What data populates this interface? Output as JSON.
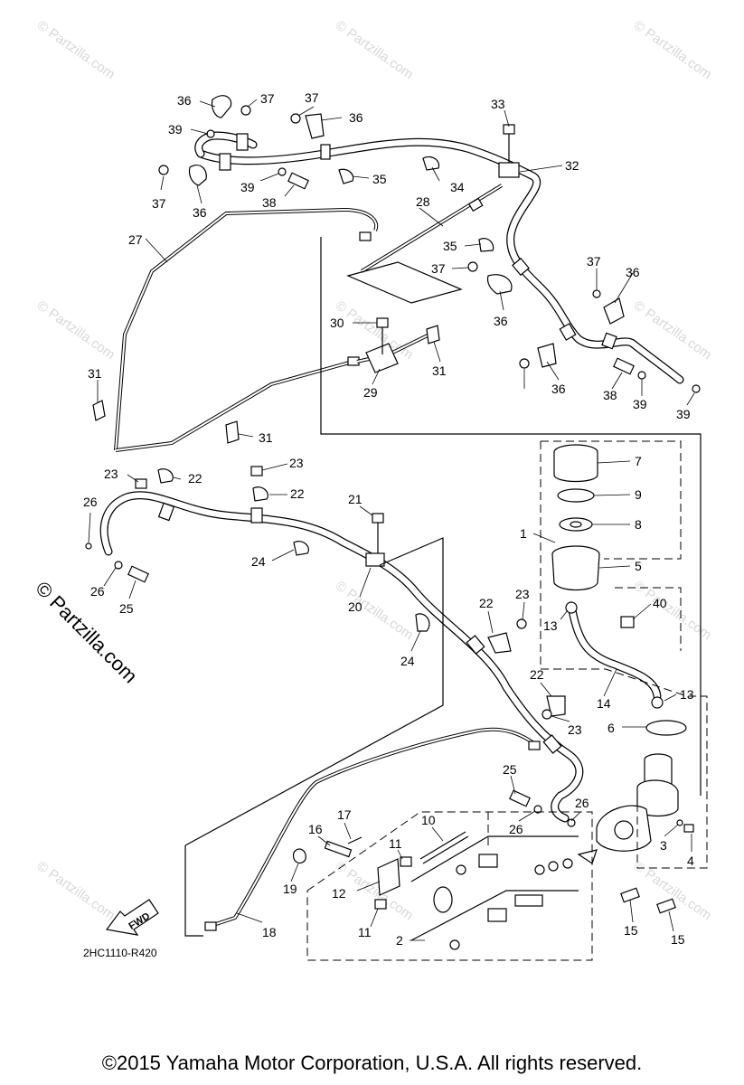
{
  "diagram": {
    "callouts": {
      "c1": "1",
      "c2": "2",
      "c3": "3",
      "c4": "4",
      "c5": "5",
      "c6": "6",
      "c7": "7",
      "c8": "8",
      "c9": "9",
      "c10": "10",
      "c11a": "11",
      "c11b": "11",
      "c12": "12",
      "c13a": "13",
      "c13b": "13",
      "c14": "14",
      "c15a": "15",
      "c15b": "15",
      "c16": "16",
      "c17": "17",
      "c18": "18",
      "c19": "19",
      "c20": "20",
      "c21": "21",
      "c22a": "22",
      "c22b": "22",
      "c22c": "22",
      "c22d": "22",
      "c23a": "23",
      "c23b": "23",
      "c23c": "23",
      "c23d": "23",
      "c24a": "24",
      "c24b": "24",
      "c25a": "25",
      "c25b": "25",
      "c26a": "26",
      "c26b": "26",
      "c26c": "26",
      "c26d": "26",
      "c27": "27",
      "c28": "28",
      "c29": "29",
      "c30": "30",
      "c31a": "31",
      "c31b": "31",
      "c31c": "31",
      "c32": "32",
      "c33": "33",
      "c34": "34",
      "c35a": "35",
      "c35b": "35",
      "c36a": "36",
      "c36b": "36",
      "c36c": "36",
      "c36d": "36",
      "c36e": "36",
      "c36f": "36",
      "c37a": "37",
      "c37b": "37",
      "c37c": "37",
      "c37d": "37",
      "c37e": "37",
      "c38a": "38",
      "c38b": "38",
      "c39a": "39",
      "c39b": "39",
      "c39c": "39",
      "c39d": "39",
      "c40": "40"
    },
    "drawing_code": "2HC1110-R420",
    "fwd_label": "FWD",
    "watermark": "© Partzilla.com",
    "watermark_large": "© Partzilla.com"
  },
  "footer": {
    "copyright": "©2015 Yamaha Motor Corporation, U.S.A. All rights reserved."
  }
}
